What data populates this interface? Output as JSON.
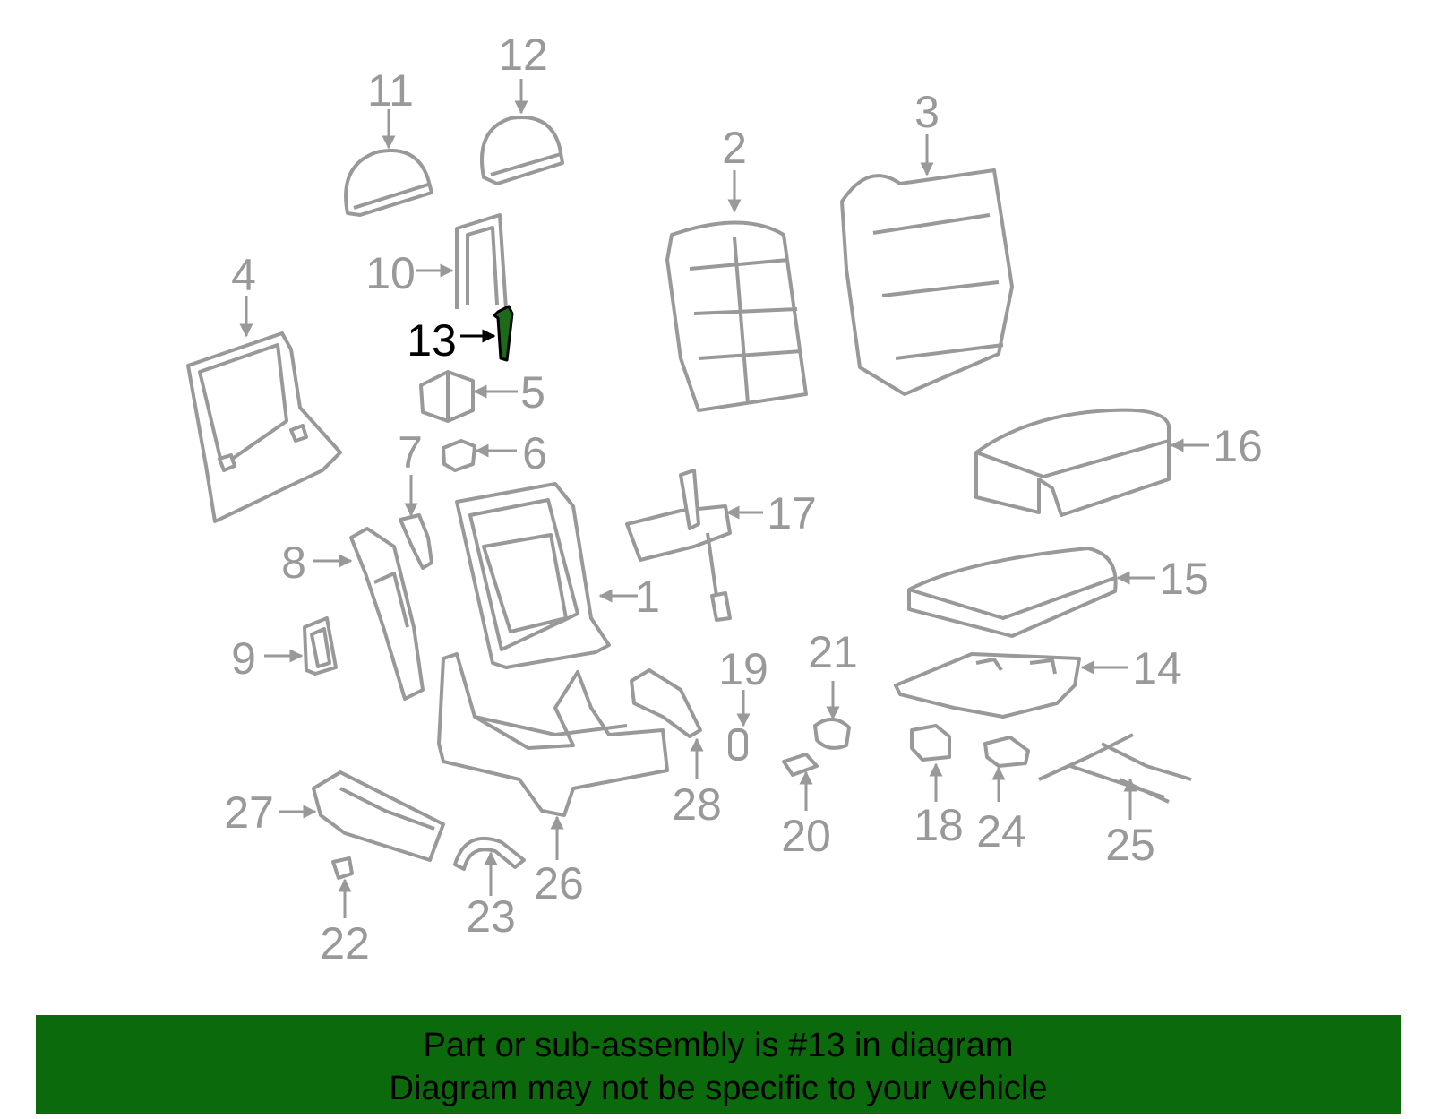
{
  "diagram": {
    "colors": {
      "line": "#999999",
      "label": "#999999",
      "highlight_fill": "#1b6b1b",
      "highlight_label": "#000000"
    },
    "callouts": [
      "1",
      "2",
      "3",
      "4",
      "5",
      "6",
      "7",
      "8",
      "9",
      "10",
      "11",
      "12",
      "13",
      "14",
      "15",
      "16",
      "17",
      "18",
      "19",
      "20",
      "21",
      "22",
      "23",
      "24",
      "25",
      "26",
      "27",
      "28"
    ],
    "highlighted_part": "13"
  },
  "banner": {
    "line1": "Part or sub-assembly is #13 in diagram",
    "line2": "Diagram may not be specific to your vehicle",
    "background": "#0b6a0b"
  }
}
